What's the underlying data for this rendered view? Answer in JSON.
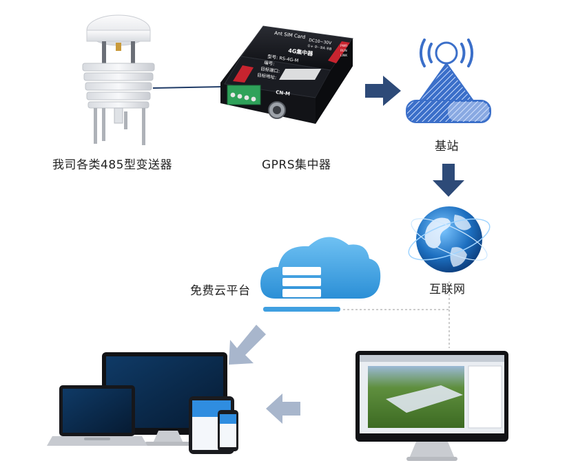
{
  "labels": {
    "sensor": "我司各类485型变送器",
    "gprs": "GPRS集中器",
    "base_station": "基站",
    "internet": "互联网",
    "cloud": "免费云平台"
  },
  "gprs_device": {
    "sim_label": "Ant SIM Card",
    "power_label": "DC10~30V",
    "power_sub": "①+ ②- ③A ④B",
    "model_line": "4G集中器",
    "info_model": "型号: RS-4G-M",
    "info_serial": "编号:",
    "info_port": "目标端口:",
    "info_addr": "目标地址:",
    "brand": "CN-M",
    "leds": [
      "PWR",
      "RUN",
      "LINK"
    ]
  },
  "colors": {
    "arrow_dark": "#2d4a78",
    "arrow_light": "#a8b6cc",
    "cloud_blue": "#3f9fe0",
    "globe_blue": "#1d6fc0",
    "tower_blue": "#3b6fc9"
  }
}
